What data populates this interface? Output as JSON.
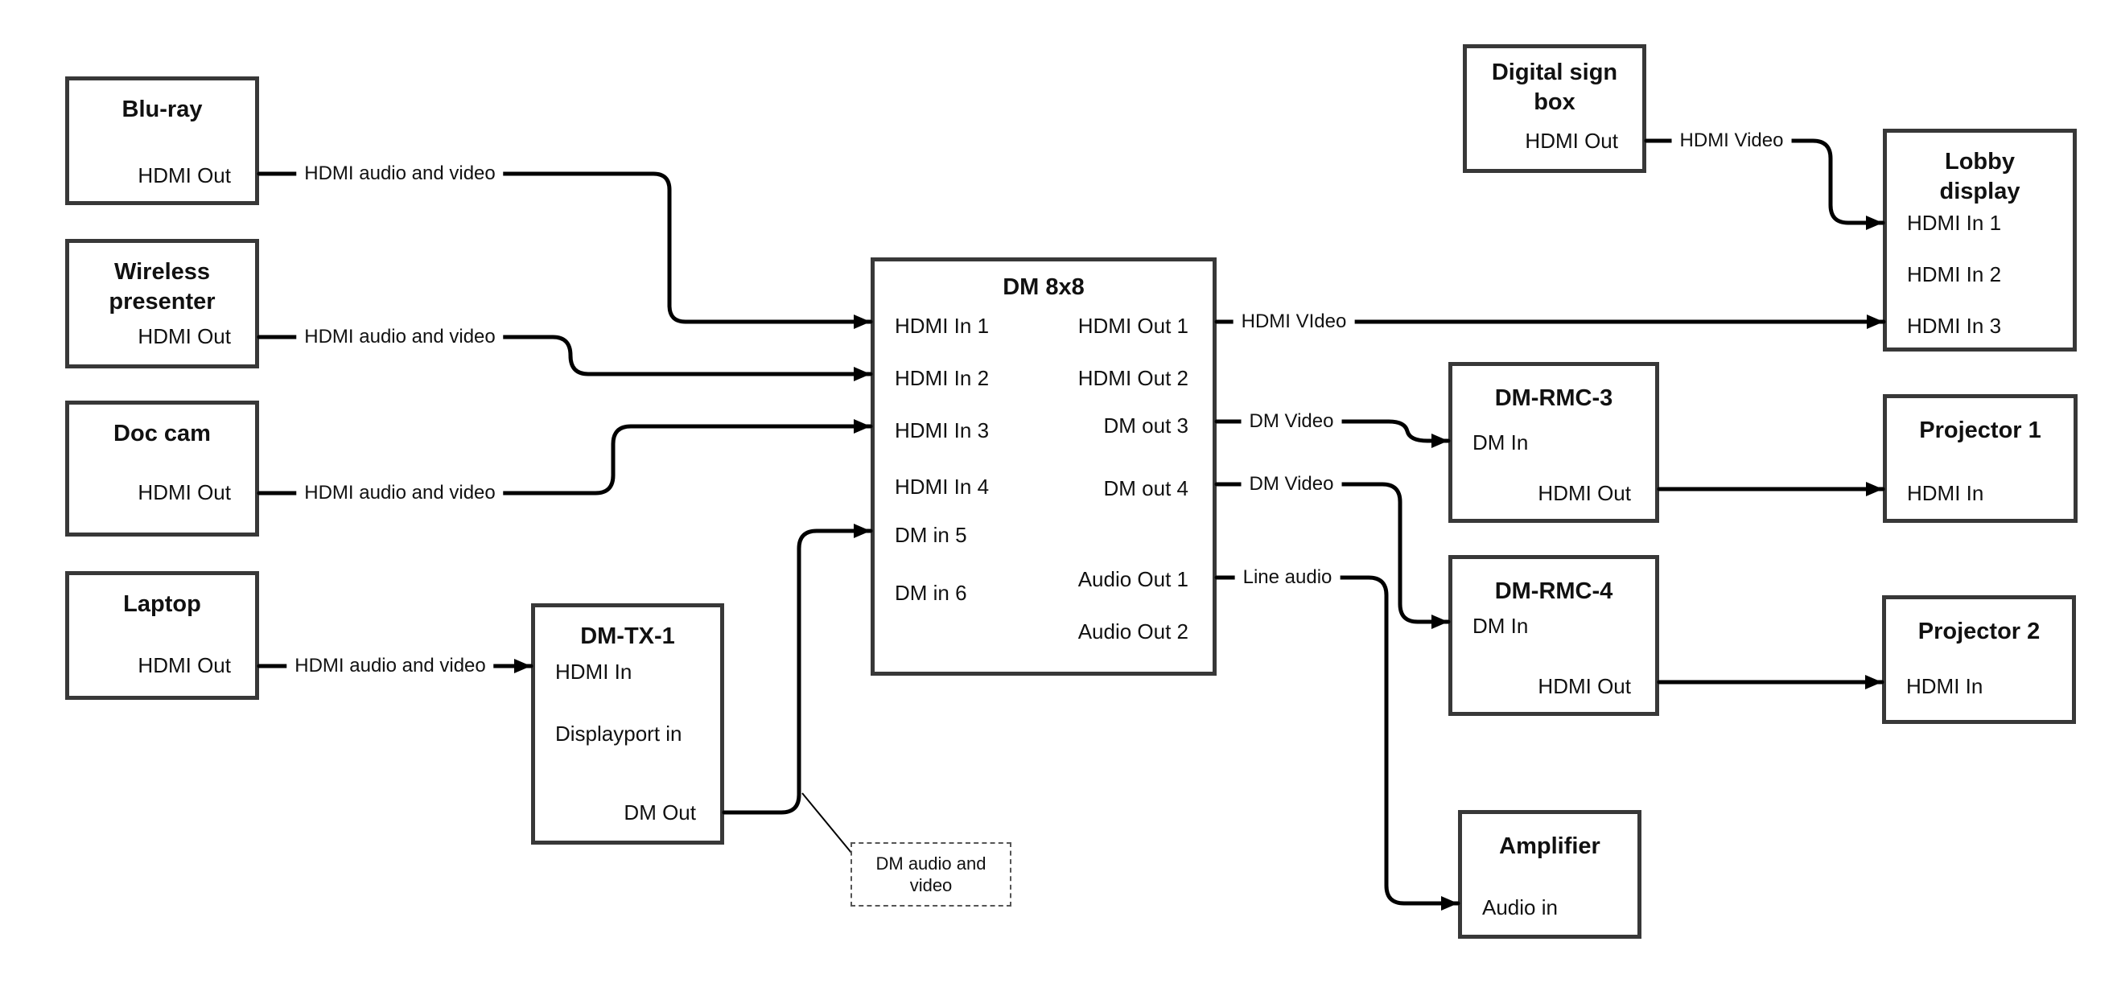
{
  "nodes": {
    "bluray": {
      "title": "Blu-ray",
      "port_hdmi_out": "HDMI Out"
    },
    "wireless": {
      "title": "Wireless presenter",
      "port_hdmi_out": "HDMI Out"
    },
    "doccam": {
      "title": "Doc cam",
      "port_hdmi_out": "HDMI Out"
    },
    "laptop": {
      "title": "Laptop",
      "port_hdmi_out": "HDMI Out"
    },
    "dmtx1": {
      "title": "DM-TX-1",
      "port_hdmi_in": "HDMI In",
      "port_dp_in": "Displayport in",
      "port_dm_out": "DM Out"
    },
    "dm8x8": {
      "title": "DM 8x8",
      "in1": "HDMI In 1",
      "in2": "HDMI In 2",
      "in3": "HDMI In 3",
      "in4": "HDMI In 4",
      "in5": "DM in 5",
      "in6": "DM in 6",
      "out1": "HDMI Out 1",
      "out2": "HDMI Out 2",
      "out3": "DM out 3",
      "out4": "DM out 4",
      "aout1": "Audio Out 1",
      "aout2": "Audio Out 2"
    },
    "digitalsign": {
      "title": "Digital sign box",
      "port_hdmi_out": "HDMI Out"
    },
    "lobby": {
      "title": "Lobby display",
      "in1": "HDMI In 1",
      "in2": "HDMI In 2",
      "in3": "HDMI In 3"
    },
    "dmrmc3": {
      "title": "DM-RMC-3",
      "port_dm_in": "DM In",
      "port_hdmi_out": "HDMI Out"
    },
    "proj1": {
      "title": "Projector 1",
      "port_hdmi_in": "HDMI In"
    },
    "dmrmc4": {
      "title": "DM-RMC-4",
      "port_dm_in": "DM In",
      "port_hdmi_out": "HDMI Out"
    },
    "proj2": {
      "title": "Projector 2",
      "port_hdmi_in": "HDMI In"
    },
    "amplifier": {
      "title": "Amplifier",
      "port_audio_in": "Audio in"
    }
  },
  "edge_labels": {
    "bluray_dm": "HDMI audio and video",
    "wireless_dm": "HDMI audio and video",
    "doccam_dm": "HDMI audio and video",
    "laptop_tx": "HDMI audio and video",
    "out1_lobby": "HDMI VIdeo",
    "out3_rmc3": "DM Video",
    "out4_rmc4": "DM Video",
    "aout1_amp": "Line audio",
    "sign_lobby": "HDMI Video"
  },
  "note": {
    "text": "DM audio and video"
  },
  "colors": {
    "line": "#000000",
    "box_border": "#383838",
    "note_border": "#555555",
    "text": "#111111",
    "background": "#ffffff"
  }
}
